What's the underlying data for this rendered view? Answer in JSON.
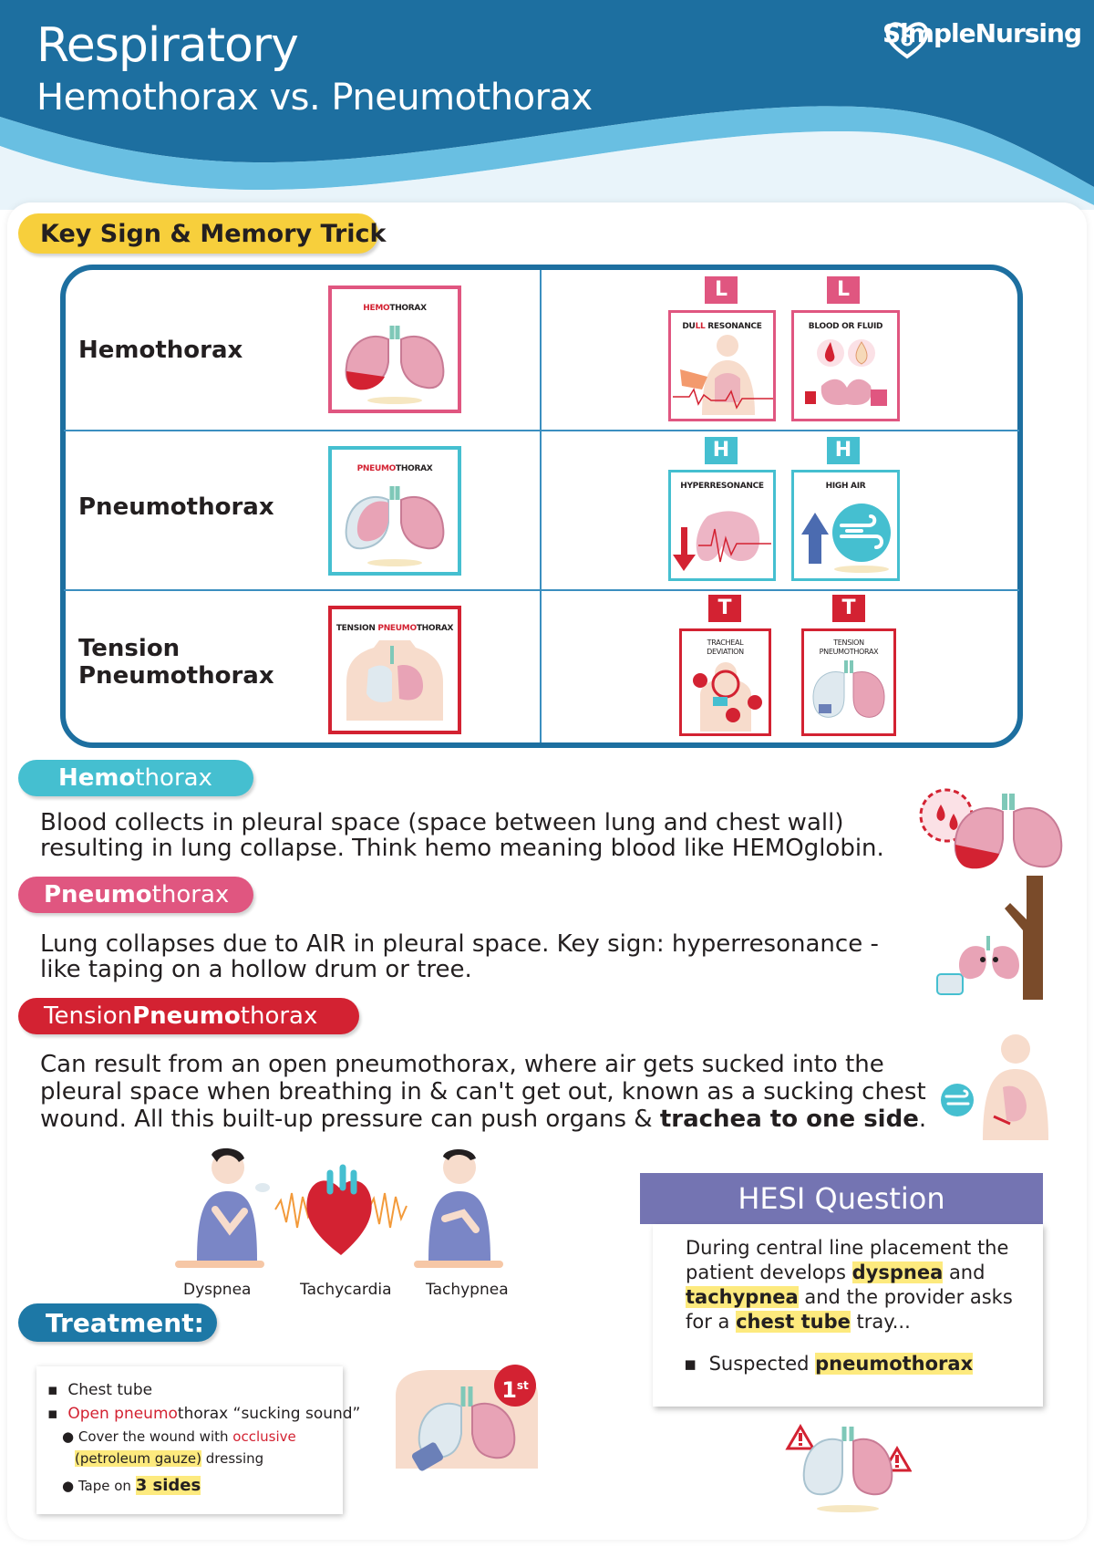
{
  "header": {
    "title": "Respiratory",
    "subtitle": "Hemothorax vs. Pneumothorax",
    "brand": "SimpleNursing"
  },
  "key_sign": {
    "heading": "Key Sign & Memory Trick",
    "rows": [
      {
        "label": "Hemothorax",
        "image_caption_colored": "HEMO",
        "image_caption_rest": "THORAX",
        "signs": [
          {
            "letter": "L",
            "caption_a": "DU",
            "caption_b": "LL",
            "caption_c": " RESONANCE"
          },
          {
            "letter": "L",
            "caption": "BLOOD OR FLUID"
          }
        ]
      },
      {
        "label": "Pneumothorax",
        "image_caption_colored": "PNEUMO",
        "image_caption_rest": "THORAX",
        "signs": [
          {
            "letter": "H",
            "caption": "HYPERRESONANCE"
          },
          {
            "letter": "H",
            "caption": "HIGH AIR"
          }
        ]
      },
      {
        "label_line1": "Tension",
        "label_line2": "Pneumothorax",
        "image_caption_pre": "TENSION ",
        "image_caption_colored": "PNEUMO",
        "image_caption_rest": "THORAX",
        "signs": [
          {
            "letter": "T",
            "caption_line1": "TRACHEAL",
            "caption_line2": "DEVIATION"
          },
          {
            "letter": "T",
            "caption_line1": "TENSION",
            "caption_line2": "PNEUMOTHORAX"
          }
        ]
      }
    ]
  },
  "hemothorax": {
    "pill_bold": "Hemo",
    "pill_rest": "thorax",
    "line1": "Blood collects in pleural space (space between lung and chest wall)",
    "line2": "resulting in lung collapse. Think hemo meaning blood like HEMOglobin."
  },
  "pneumothorax": {
    "pill_bold": "Pneumo",
    "pill_rest": "thorax",
    "line1": "Lung collapses due to AIR in pleural space. Key sign: hyperresonance -",
    "line2": "like taping on a hollow drum or tree."
  },
  "tension": {
    "pill_pre": "Tension ",
    "pill_bold": "Pneumo",
    "pill_rest": "thorax",
    "line1": "Can result from an open pneumothorax, where air gets sucked into the",
    "line2": "pleural space when breathing in & can't get out, known as a sucking chest",
    "line3_pre": "wound. All this built-up pressure can push organs & ",
    "line3_bold": "trachea to one side",
    "line3_post": "."
  },
  "symptoms": [
    "Dyspnea",
    "Tachycardia",
    "Tachypnea"
  ],
  "treatment": {
    "heading": "Treatment:",
    "item1": "Chest tube",
    "item2_red_a": "Open ",
    "item2_red_b": "pneumo",
    "item2_rest": "thorax “sucking sound”",
    "sub1_pre": "Cover the wound with ",
    "sub1_red": "occlusive",
    "sub1_hl": "(petroleum gauze)",
    "sub1_post": " dressing",
    "sub2_pre": "Tape on ",
    "sub2_hl": "3 sides",
    "badge_num": "1",
    "badge_sup": "st"
  },
  "hesi": {
    "heading": "HESI Question",
    "t1": "During central line placement the",
    "t2": "patient develops ",
    "h1": "dyspnea",
    "t3": " and",
    "h2": "tachypnea",
    "t4": " and the provider asks",
    "t5": "for a ",
    "h3": "chest tube",
    "t6": " tray...",
    "bullet_pre": "Suspected ",
    "bullet_hl": "pneumothorax"
  },
  "colors": {
    "header_blue": "#1d6fa0",
    "teal": "#45bfd0",
    "pink": "#e05680",
    "red": "#d32232",
    "yellow": "#f7cf3c",
    "purple": "#7474b2"
  }
}
